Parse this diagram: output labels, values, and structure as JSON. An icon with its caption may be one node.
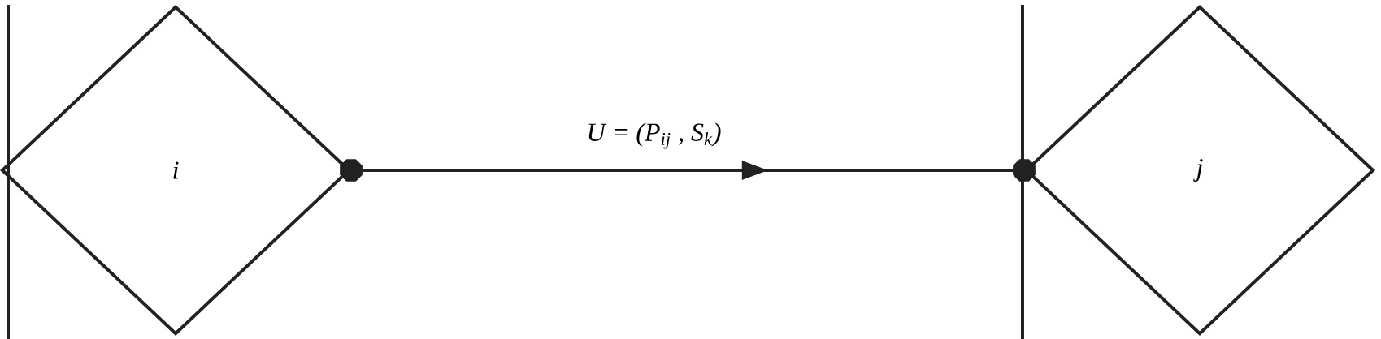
{
  "diagram": {
    "nodes": [
      {
        "text": [
          "i"
        ]
      },
      {
        "text": [
          "j"
        ]
      }
    ],
    "edges": [
      {
        "from": 0,
        "to": 1,
        "arrow": "to",
        "label": "U  =  (P$_{ij}$ , S$_{k}$)"
      }
    ]
  }
}
